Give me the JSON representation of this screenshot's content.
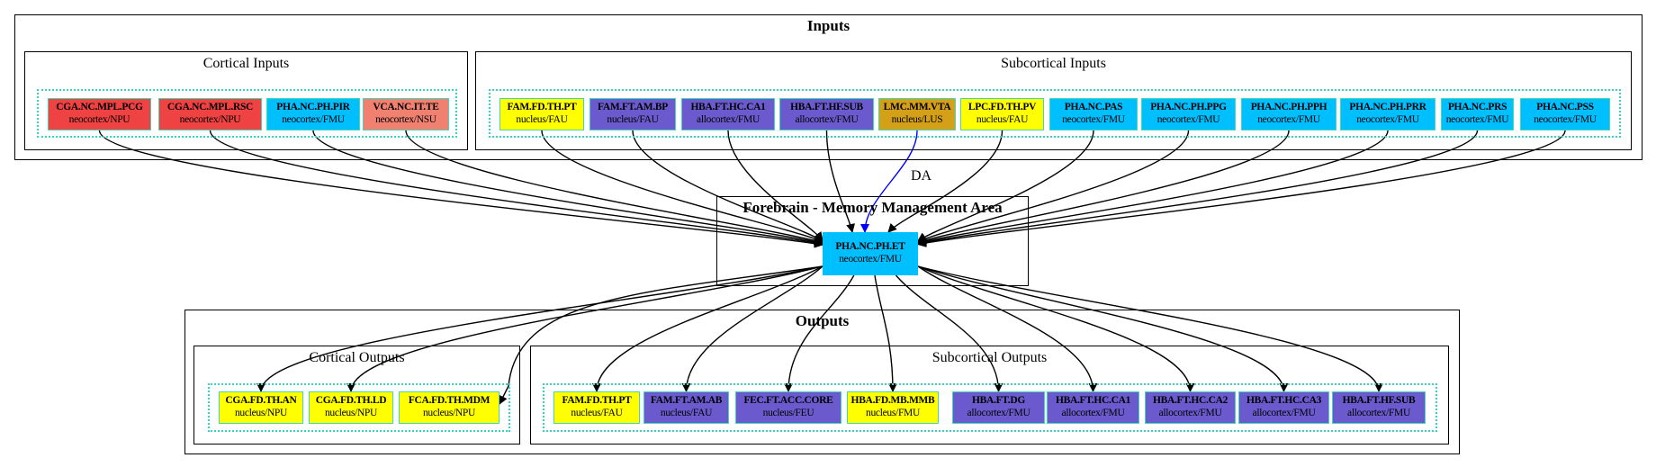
{
  "colors": {
    "red": "#ef4242",
    "salmon": "#f08070",
    "cyan": "#00bfff",
    "yellow": "#ffff00",
    "purple": "#6a5acd",
    "gold": "#d4a017",
    "edge": "#000000",
    "da_edge": "#0000ff",
    "dotted_border": "#35d4c0"
  },
  "clusters": {
    "inputs": "Inputs",
    "cortical_inputs": "Cortical Inputs",
    "subcortical_inputs": "Subcortical Inputs",
    "forebrain": "Forebrain - Memory Management Area",
    "outputs": "Outputs",
    "cortical_outputs": "Cortical Outputs",
    "subcortical_outputs": "Subcortical Outputs"
  },
  "center": {
    "name": "PHA.NC.PH.ET",
    "sub": "neocortex/FMU",
    "color": "cyan"
  },
  "edge_label": "DA",
  "cortical_inputs": [
    {
      "name": "CGA.NC.MPL.PCG",
      "sub": "neocortex/NPU",
      "color": "red"
    },
    {
      "name": "CGA.NC.MPL.RSC",
      "sub": "neocortex/NPU",
      "color": "red"
    },
    {
      "name": "PHA.NC.PH.PIR",
      "sub": "neocortex/FMU",
      "color": "cyan"
    },
    {
      "name": "VCA.NC.IT.TE",
      "sub": "neocortex/NSU",
      "color": "salmon"
    }
  ],
  "subcortical_inputs": [
    {
      "name": "FAM.FD.TH.PT",
      "sub": "nucleus/FAU",
      "color": "yellow"
    },
    {
      "name": "FAM.FT.AM.BP",
      "sub": "nucleus/FAU",
      "color": "purple"
    },
    {
      "name": "HBA.FT.HC.CA1",
      "sub": "allocortex/FMU",
      "color": "purple"
    },
    {
      "name": "HBA.FT.HF.SUB",
      "sub": "allocortex/FMU",
      "color": "purple"
    },
    {
      "name": "LMC.MM.VTA",
      "sub": "nucleus/LUS",
      "color": "gold"
    },
    {
      "name": "LPC.FD.TH.PV",
      "sub": "nucleus/FAU",
      "color": "yellow"
    },
    {
      "name": "PHA.NC.PAS",
      "sub": "neocortex/FMU",
      "color": "cyan"
    },
    {
      "name": "PHA.NC.PH.PPG",
      "sub": "neocortex/FMU",
      "color": "cyan"
    },
    {
      "name": "PHA.NC.PH.PPH",
      "sub": "neocortex/FMU",
      "color": "cyan"
    },
    {
      "name": "PHA.NC.PH.PRR",
      "sub": "neocortex/FMU",
      "color": "cyan"
    },
    {
      "name": "PHA.NC.PRS",
      "sub": "neocortex/FMU",
      "color": "cyan"
    },
    {
      "name": "PHA.NC.PSS",
      "sub": "neocortex/FMU",
      "color": "cyan"
    }
  ],
  "cortical_outputs": [
    {
      "name": "CGA.FD.TH.AN",
      "sub": "nucleus/NPU",
      "color": "yellow"
    },
    {
      "name": "CGA.FD.TH.LD",
      "sub": "nucleus/NPU",
      "color": "yellow"
    },
    {
      "name": "FCA.FD.TH.MDM",
      "sub": "nucleus/NPU",
      "color": "yellow"
    }
  ],
  "subcortical_outputs": [
    {
      "name": "FAM.FD.TH.PT",
      "sub": "nucleus/FAU",
      "color": "yellow"
    },
    {
      "name": "FAM.FT.AM.AB",
      "sub": "nucleus/FAU",
      "color": "purple"
    },
    {
      "name": "FEC.FT.ACC.CORE",
      "sub": "nucleus/FEU",
      "color": "purple"
    },
    {
      "name": "HBA.FD.MB.MMB",
      "sub": "nucleus/FMU",
      "color": "yellow"
    },
    {
      "name": "HBA.FT.DG",
      "sub": "allocortex/FMU",
      "color": "purple"
    },
    {
      "name": "HBA.FT.HC.CA1",
      "sub": "allocortex/FMU",
      "color": "purple"
    },
    {
      "name": "HBA.FT.HC.CA2",
      "sub": "allocortex/FMU",
      "color": "purple"
    },
    {
      "name": "HBA.FT.HC.CA3",
      "sub": "allocortex/FMU",
      "color": "purple"
    },
    {
      "name": "HBA.FT.HF.SUB",
      "sub": "allocortex/FMU",
      "color": "purple"
    }
  ]
}
